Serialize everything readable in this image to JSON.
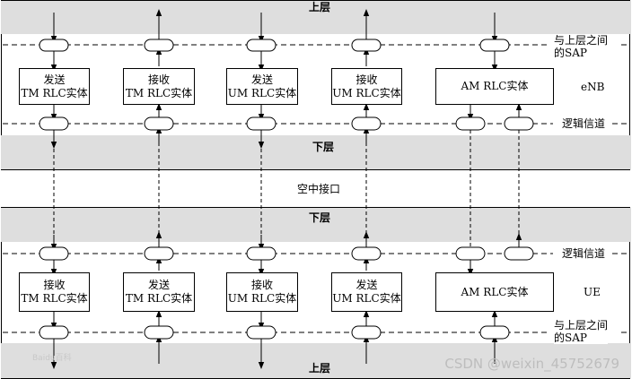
{
  "enb": {
    "upper_layer": "上层",
    "lower_layer": "下层",
    "node_label": "eNB",
    "sap_label_line1": "与上层之间",
    "sap_label_line2": "的SAP",
    "logical_channel_label": "逻辑信道",
    "entities": [
      {
        "line1": "发送",
        "line2": "TM RLC实体"
      },
      {
        "line1": "接收",
        "line2": "TM RLC实体"
      },
      {
        "line1": "发送",
        "line2": "UM RLC实体"
      },
      {
        "line1": "接收",
        "line2": "UM RLC实体"
      },
      {
        "line1": "AM RLC实体",
        "line2": ""
      }
    ]
  },
  "air_interface": "空中接口",
  "ue": {
    "lower_layer": "下层",
    "upper_layer": "上层",
    "node_label": "UE",
    "sap_label_line1": "与上层之间",
    "sap_label_line2": "的SAP",
    "logical_channel_label": "逻辑信道",
    "entities": [
      {
        "line1": "接收",
        "line2": "TM RLC实体"
      },
      {
        "line1": "发送",
        "line2": "TM RLC实体"
      },
      {
        "line1": "接收",
        "line2": "UM RLC实体"
      },
      {
        "line1": "发送",
        "line2": "UM RLC实体"
      },
      {
        "line1": "AM RLC实体",
        "line2": ""
      }
    ]
  },
  "watermark": "CSDN @weixin_45752679",
  "watermark_small": "Baidu百科"
}
